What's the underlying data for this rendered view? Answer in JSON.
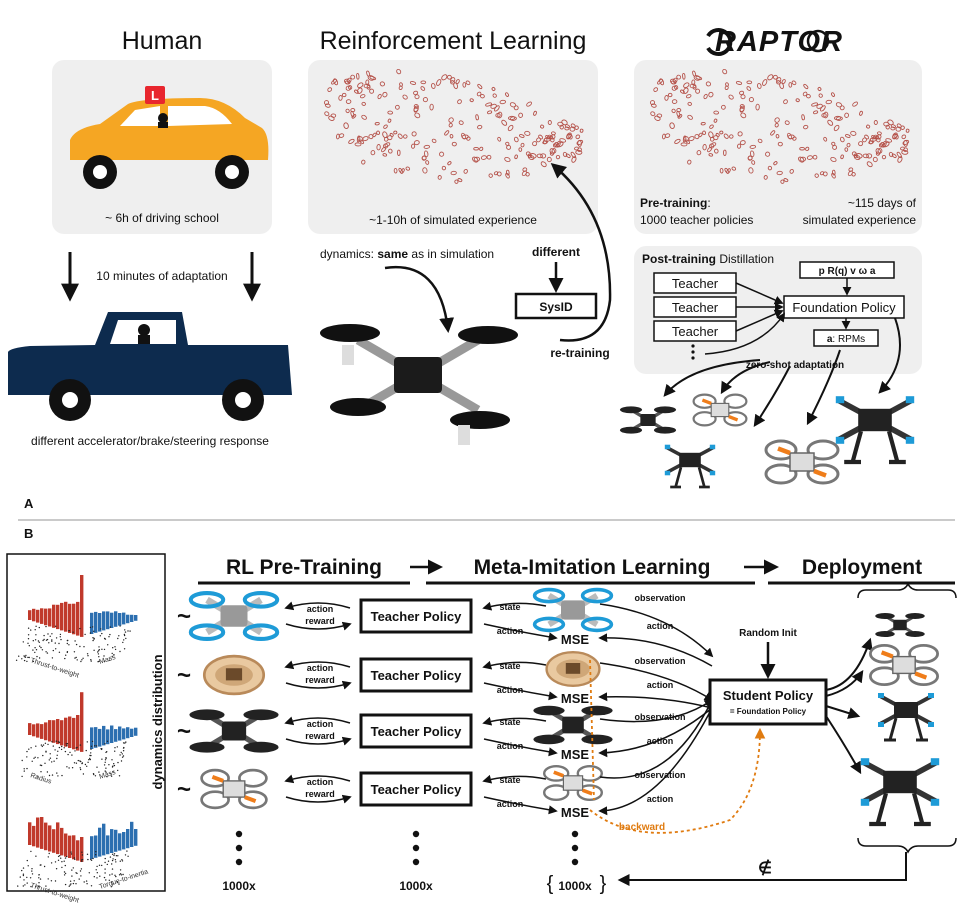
{
  "panel_a": {
    "human": {
      "title": "Human",
      "badge": "L",
      "caption": "~ 6h of driving school",
      "adaptation": "10 minutes of adaptation",
      "response": "different accelerator/brake/steering response"
    },
    "rl": {
      "title": "Reinforcement Learning",
      "caption": "~1-10h of simulated experience",
      "dynamics_prefix": "dynamics: ",
      "dynamics_bold": "same",
      "dynamics_suffix": " as in simulation",
      "different": "different",
      "sysid": "SysID",
      "retraining": "re-training"
    },
    "raptor": {
      "logo": "RAPTOR",
      "pretraining_bold": "Pre-training",
      "pretraining_rest": ":",
      "teacher_count": "1000 teacher policies",
      "days": "~115 days of",
      "sim_exp": "simulated experience",
      "post_bold": "Post-training",
      "post_rest": " Distillation",
      "teacher": "Teacher",
      "inputs": "p R(q) v ω a",
      "foundation": "Foundation Policy",
      "output_bold": "a",
      "output_rest": ": RPMs",
      "zeroshot": "zero-shot adaptation"
    },
    "label": "A"
  },
  "panel_b": {
    "label": "B",
    "dyn_label": "dynamics distribution",
    "hist_axes": [
      [
        "Thrust-to-weight",
        "Mass"
      ],
      [
        "Radius",
        "Mass"
      ],
      [
        "Thrust-to-weight",
        "Torque-to-inertia"
      ]
    ],
    "headers": {
      "rl": "RL Pre-Training",
      "meta": "Meta-Imitation Learning",
      "deploy": "Deployment"
    },
    "tilde": "~",
    "action": "action",
    "reward": "reward",
    "teacher_policy": "Teacher Policy",
    "state": "state",
    "mse": "MSE",
    "observation": "observation",
    "random_init": "Random Init",
    "student": "Student Policy",
    "student_sub": "= Foundation Policy",
    "backward": "backward",
    "count": "1000x",
    "notin": "∉"
  },
  "colors": {
    "panel_bg": "#efefef",
    "car": "#f5a623",
    "truck": "#0d2b4e",
    "badge": "#e8262e",
    "hist_red": "#c0392b",
    "hist_blue": "#2c6fb0",
    "backward": "#e07b10",
    "drone_blue": "#1e9bd7",
    "drone_orange": "#ef7d1a",
    "scatter": "#b5524a"
  }
}
